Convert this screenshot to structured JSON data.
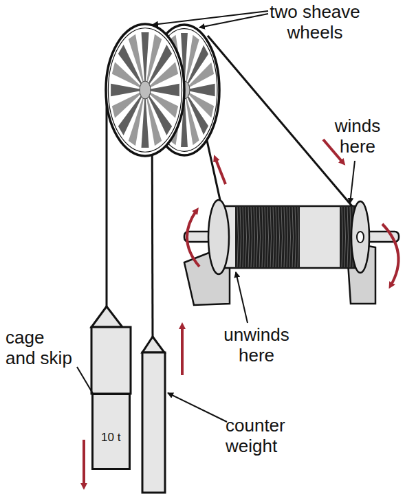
{
  "diagram": {
    "nodes": [
      {
        "text": [
          "10 t"
        ]
      }
    ],
    "labels": [
      "two sheave wheels",
      "winds here",
      "unwinds here",
      "cage and skip",
      "counter weight"
    ]
  }
}
